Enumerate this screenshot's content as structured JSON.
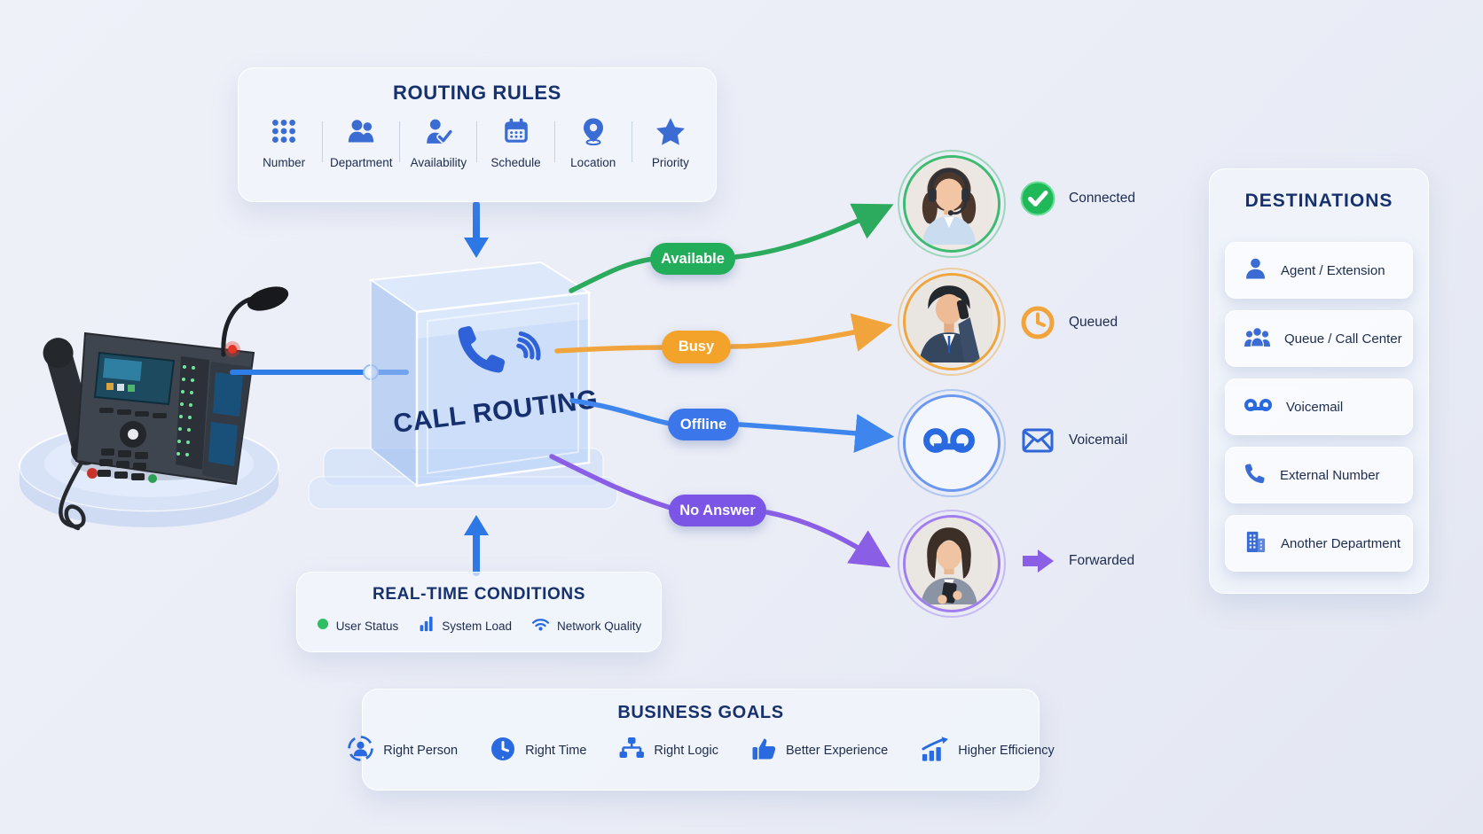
{
  "colors": {
    "background": "#eaedf6",
    "title_navy": "#16316e",
    "text_navy": "#1d2c4e",
    "icon_blue": "#3a6cd4",
    "green": "#22ad5b",
    "orange": "#f3a32a",
    "blue": "#3b77ea",
    "purple": "#7a55e6"
  },
  "routing_rules": {
    "title": "ROUTING RULES",
    "items": [
      {
        "label": "Number",
        "icon": "dialpad-icon"
      },
      {
        "label": "Department",
        "icon": "department-icon"
      },
      {
        "label": "Availability",
        "icon": "availability-check-icon"
      },
      {
        "label": "Schedule",
        "icon": "calendar-icon"
      },
      {
        "label": "Location",
        "icon": "location-pin-icon"
      },
      {
        "label": "Priority",
        "icon": "star-icon"
      }
    ]
  },
  "cube": {
    "label": "CALL ROUTING",
    "icon": "phone-call-wifi-icon"
  },
  "device": {
    "icon": "desk-phone-with-gooseneck-mic"
  },
  "statuses": [
    {
      "label": "Available",
      "color": "#22ad5b"
    },
    {
      "label": "Busy",
      "color": "#f3a32a"
    },
    {
      "label": "Offline",
      "color": "#3b77ea"
    },
    {
      "label": "No Answer",
      "color": "#7a55e6"
    }
  ],
  "outcomes": [
    {
      "label": "Connected",
      "icon": "check-circle-icon",
      "color": "#1fb95a",
      "avatar": "female-agent-with-headset"
    },
    {
      "label": "Queued",
      "icon": "clock-outline-icon",
      "color": "#f2a43c",
      "avatar": "businessman-on-phone"
    },
    {
      "label": "Voicemail",
      "icon": "envelope-icon",
      "color": "#2f66d8",
      "avatar": "voicemail-symbol"
    },
    {
      "label": "Forwarded",
      "icon": "forward-arrow-icon",
      "color": "#8a5fe6",
      "avatar": "businesswoman-with-phone"
    }
  ],
  "destinations": {
    "title": "DESTINATIONS",
    "items": [
      {
        "label": "Agent / Extension",
        "icon": "agent-person-icon"
      },
      {
        "label": "Queue / Call Center",
        "icon": "queue-group-icon"
      },
      {
        "label": "Voicemail",
        "icon": "voicemail-icon"
      },
      {
        "label": "External Number",
        "icon": "phone-handset-icon"
      },
      {
        "label": "Another Department",
        "icon": "building-icon"
      }
    ]
  },
  "realtime_conditions": {
    "title": "REAL-TIME CONDITIONS",
    "items": [
      {
        "label": "User Status",
        "icon": "green-status-dot-icon"
      },
      {
        "label": "System Load",
        "icon": "bar-chart-icon"
      },
      {
        "label": "Network Quality",
        "icon": "wifi-icon"
      }
    ]
  },
  "business_goals": {
    "title": "BUSINESS GOALS",
    "items": [
      {
        "label": "Right Person",
        "icon": "person-target-icon"
      },
      {
        "label": "Right Time",
        "icon": "clock-filled-icon"
      },
      {
        "label": "Right Logic",
        "icon": "flowchart-icon"
      },
      {
        "label": "Better Experience",
        "icon": "thumbs-up-icon"
      },
      {
        "label": "Higher Efficiency",
        "icon": "growth-chart-icon"
      }
    ]
  }
}
